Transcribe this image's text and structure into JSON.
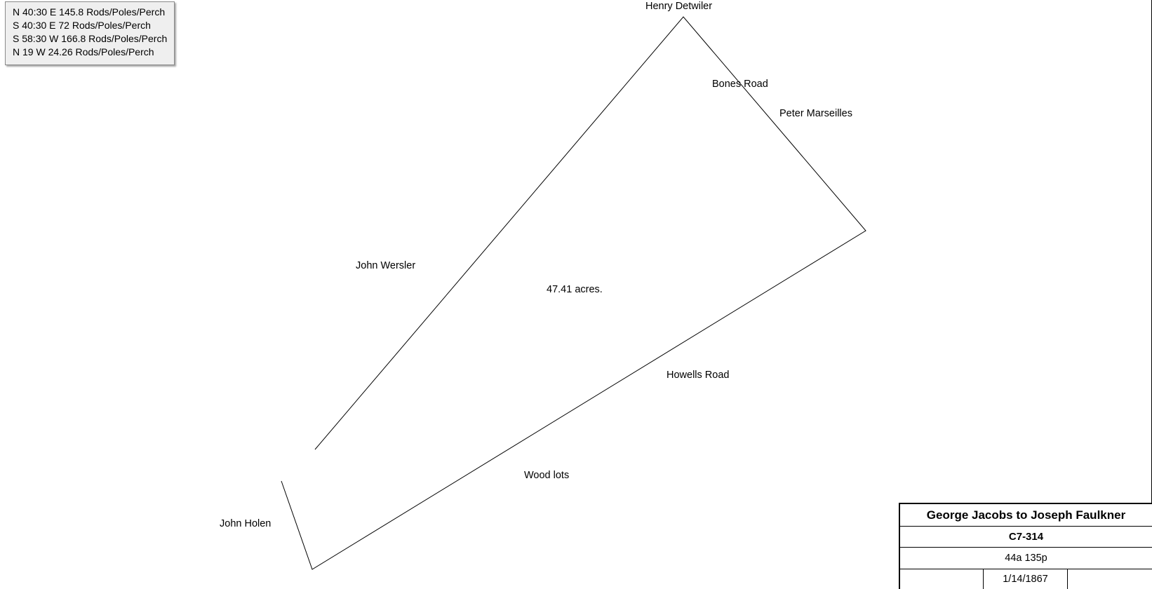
{
  "calls": [
    "N 40:30 E 145.8 Rods/Poles/Perch",
    "S 40:30 E 72 Rods/Poles/Perch",
    "S 58:30 W 166.8 Rods/Poles/Perch",
    "N 19 W 24.26 Rods/Poles/Perch"
  ],
  "labels": {
    "henry_detwiler": "Henry Detwiler",
    "bones_road": "Bones Road",
    "peter_marseilles": "Peter Marseilles",
    "john_wersler": "John Wersler",
    "acreage": "47.41 acres.",
    "howells_road": "Howells Road",
    "wood_lots": "Wood lots",
    "john_holen": "John Holen"
  },
  "title_block": {
    "title": "George Jacobs to Joseph Faulkner",
    "book_page": "C7-314",
    "area": "44a 135p",
    "date": "1/14/1867",
    "date_left": "",
    "date_right": ""
  },
  "colors": {
    "line": "#000000",
    "box_bg": "#efefef",
    "box_border": "#8a8a8a"
  }
}
